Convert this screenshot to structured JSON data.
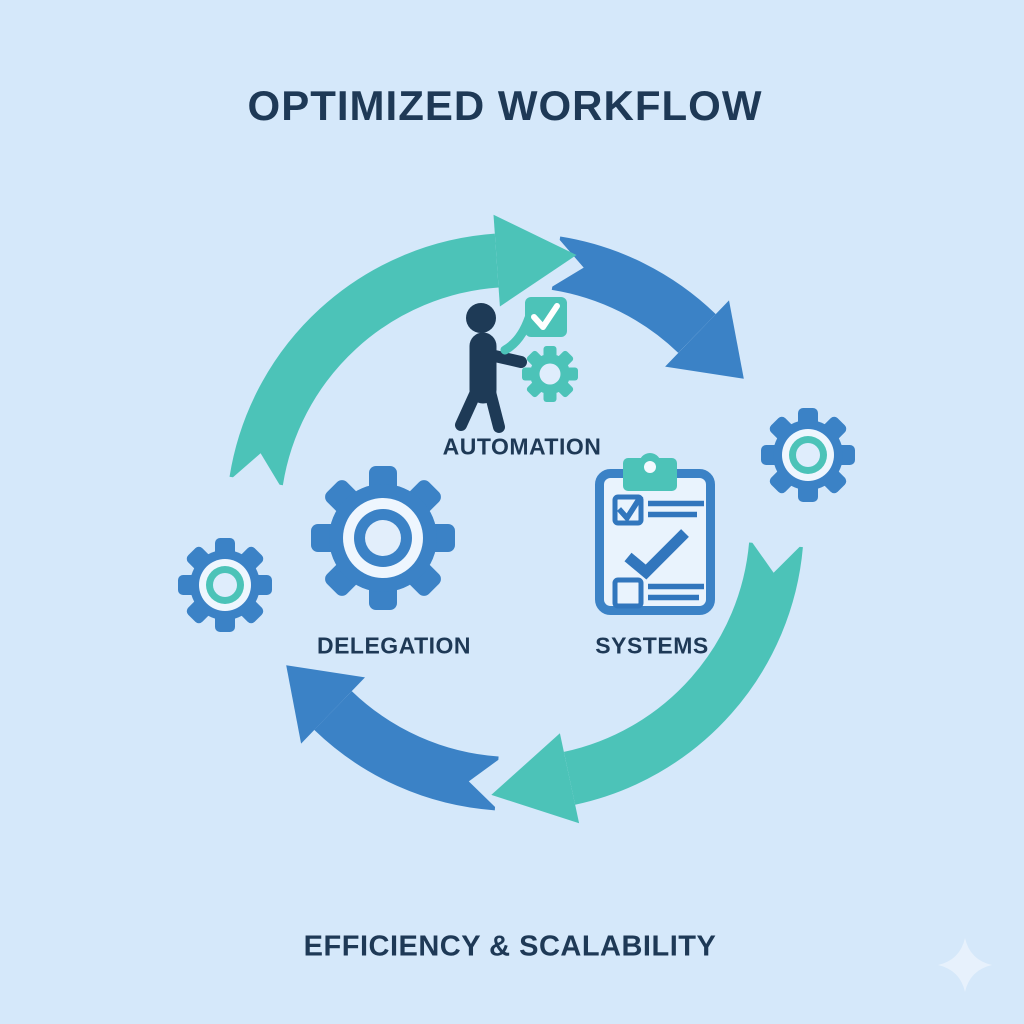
{
  "title": "OPTIMIZED WORKFLOW",
  "footer": "EFFICIENCY & SCALABILITY",
  "diagram": {
    "type": "cycle",
    "direction": "clockwise",
    "nodes": [
      {
        "id": "automation",
        "label": "AUTOMATION",
        "icon": "person-with-checkbox-and-gear-icon"
      },
      {
        "id": "delegation",
        "label": "DELEGATION",
        "icon": "large-gear-icon"
      },
      {
        "id": "systems",
        "label": "SYSTEMS",
        "icon": "clipboard-checklist-icon"
      }
    ],
    "arrows": [
      {
        "id": "arc-top-left",
        "color_name": "teal",
        "from": "delegation-side",
        "to": "top"
      },
      {
        "id": "arc-top-right",
        "color_name": "blue",
        "from": "top",
        "to": "right"
      },
      {
        "id": "arc-bottom-right",
        "color_name": "teal",
        "from": "right",
        "to": "bottom"
      },
      {
        "id": "arc-bottom-left",
        "color_name": "blue",
        "from": "bottom",
        "to": "left"
      }
    ],
    "decorations": [
      "small-gear-left",
      "small-gear-right",
      "sparkle-bottom-right"
    ]
  },
  "colors": {
    "background": "#d5e8fa",
    "teal": "#4cc3b8",
    "blue": "#3b82c6",
    "navy_text": "#1e3956",
    "clipboard_fill": "#e9f3fd",
    "clipboard_items_blue": "#3176bd",
    "gear_ring_light": "#eef6fe",
    "sparkle": "#e7f1fc"
  }
}
